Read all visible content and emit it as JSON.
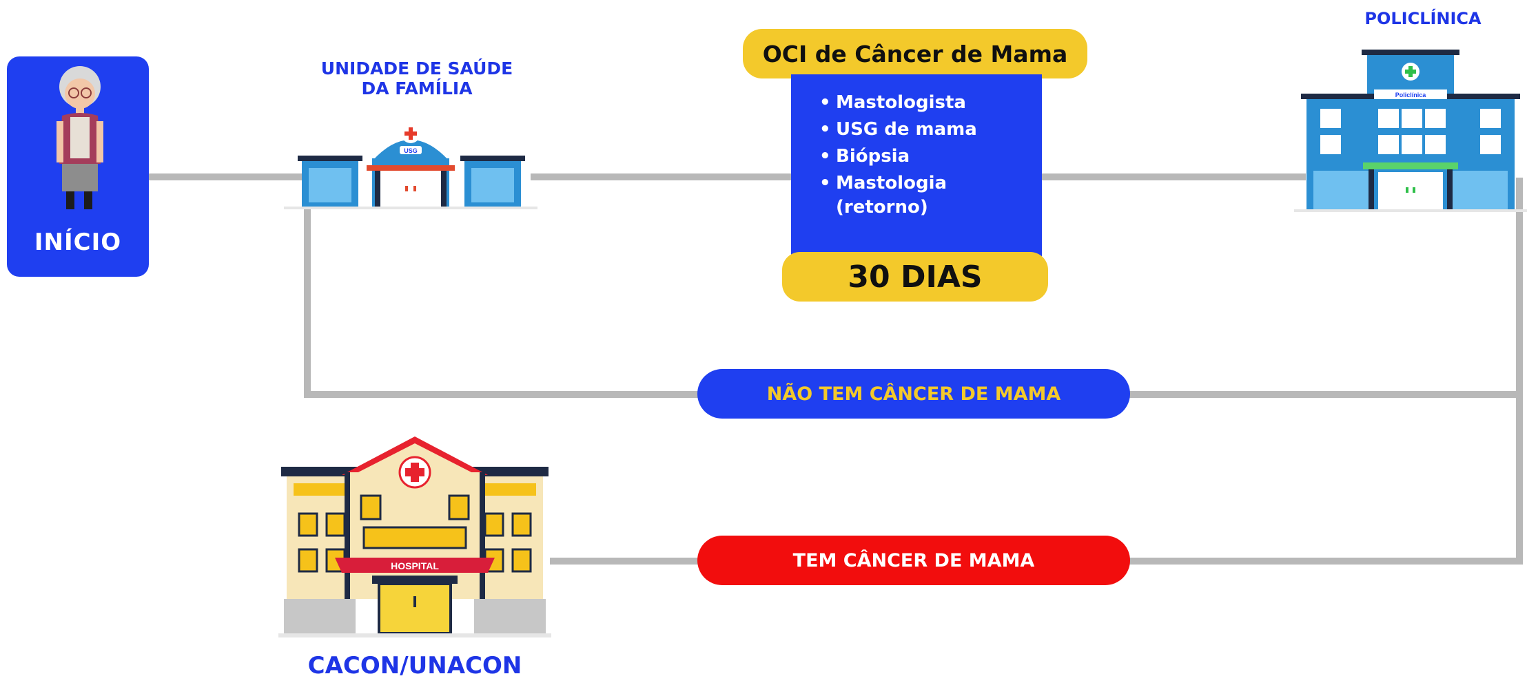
{
  "start": {
    "label": "INÍCIO"
  },
  "usf": {
    "title_line1": "UNIDADE DE SAÚDE",
    "title_line2": "DA FAMÍLIA",
    "sign": "USG"
  },
  "oci": {
    "title": "OCI de Câncer de Mama",
    "items": [
      "Mastologista",
      "USG de mama",
      "Biópsia",
      "Mastologia",
      "(retorno)"
    ],
    "duration": "30 DIAS"
  },
  "policlinica": {
    "title": "POLICLÍNICA",
    "sign": "Policlínica"
  },
  "outcomes": {
    "no_cancer": "NÃO TEM CÂNCER DE MAMA",
    "has_cancer": "TEM CÂNCER DE MAMA"
  },
  "hospital": {
    "sign": "HOSPITAL",
    "title": "CACON/UNACON"
  },
  "colors": {
    "brand_blue": "#1f3ff0",
    "accent_yellow": "#f3c92b",
    "alert_red": "#f20d0d",
    "connector_gray": "#b8b8b8"
  }
}
